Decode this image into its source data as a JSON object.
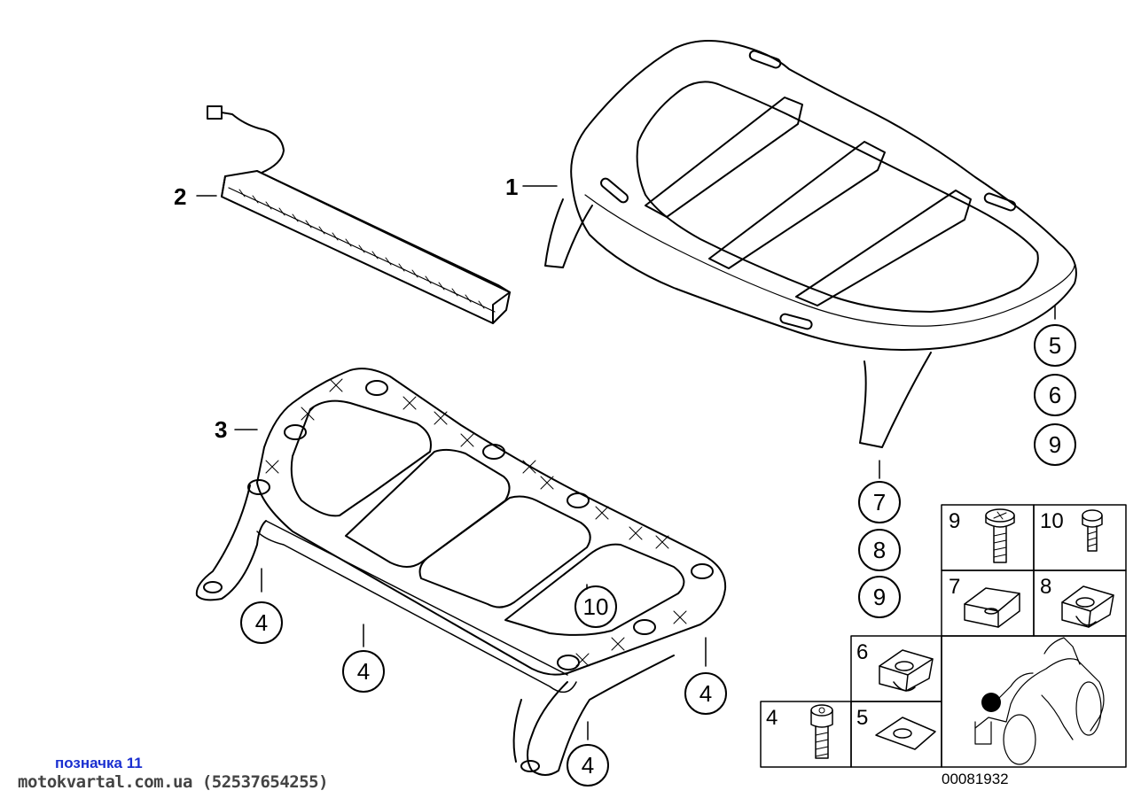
{
  "callouts": {
    "part1": "1",
    "part2": "2",
    "part3": "3",
    "circle5": "5",
    "circle6": "6",
    "circle9a": "9",
    "circle7": "7",
    "circle8": "8",
    "circle9b": "9",
    "circle10": "10",
    "circle4a": "4",
    "circle4b": "4",
    "circle4c": "4",
    "circle4d": "4"
  },
  "legend_grid": {
    "cells": [
      {
        "label": "9",
        "icon": "screw-icon"
      },
      {
        "label": "10",
        "icon": "small-screw-icon"
      },
      {
        "label": "7",
        "icon": "flat-clip-nut-icon"
      },
      {
        "label": "8",
        "icon": "clip-nut-icon"
      },
      {
        "label": "6",
        "icon": "clip-nut-icon"
      },
      {
        "label": "4",
        "icon": "socket-head-screw-icon"
      },
      {
        "label": "5",
        "icon": "flat-clip-nut-icon"
      }
    ]
  },
  "footer": {
    "watermark_label": "позначка 11",
    "watermark_site": "motokvartal.com.ua (52537654255)",
    "diagram_code": "00081932"
  },
  "colors": {
    "line": "#000000",
    "watermark_blue": "#1a2fd0",
    "location_dot": "#000000"
  }
}
